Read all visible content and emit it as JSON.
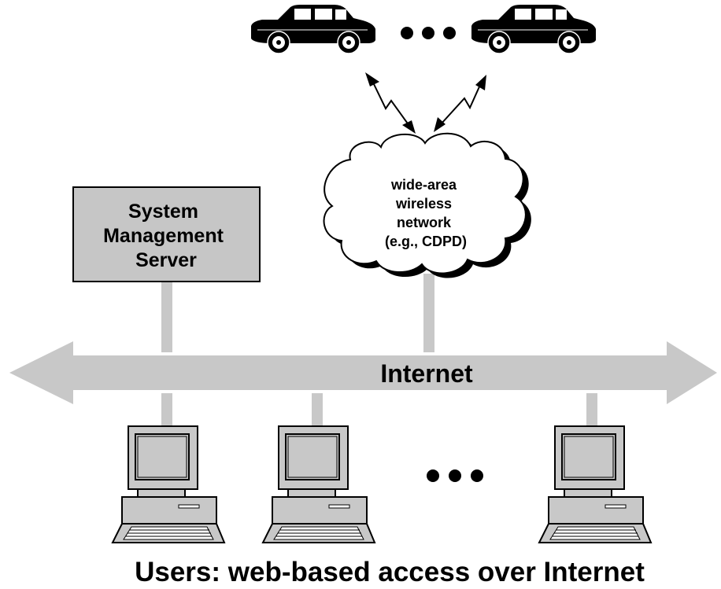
{
  "server": {
    "lines": [
      "System",
      "Management",
      "Server"
    ]
  },
  "cloud": {
    "lines": [
      "wide-area",
      "wireless",
      "network",
      "(e.g., CDPD)"
    ]
  },
  "backbone": {
    "label": "Internet"
  },
  "caption": "Users: web-based access over Internet",
  "colors": {
    "backbone": "#c8c8c8",
    "server_fill": "#c6c6c6",
    "line": "#000000",
    "background": "#ffffff"
  },
  "icons": [
    "car-icon",
    "ellipsis-icon",
    "lightning-arrow-icon",
    "cloud-icon",
    "computer-icon"
  ]
}
